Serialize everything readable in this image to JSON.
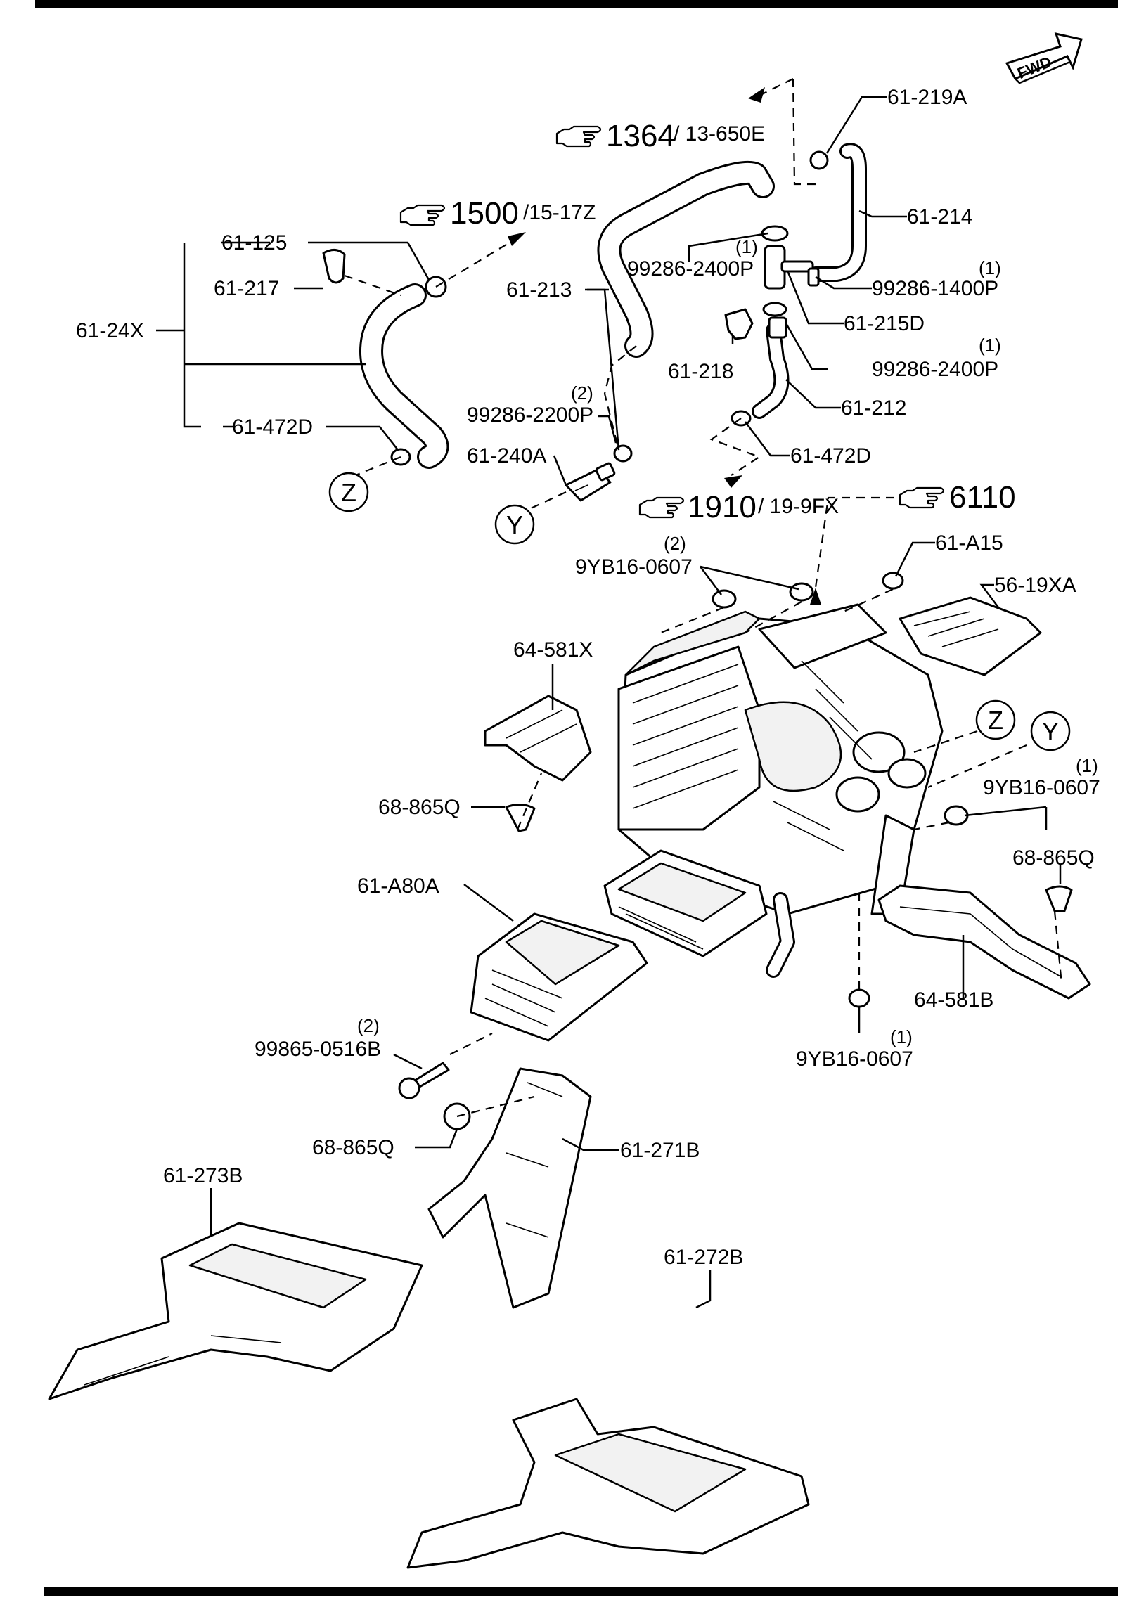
{
  "labels": {
    "fwd": "FWD",
    "p61_219A": "61-219A",
    "p61_214": "61-214",
    "p99286_1400P": "99286-1400P",
    "p61_215D": "61-215D",
    "p99286_2400P_a": "99286-2400P",
    "p99286_2400P_b": "99286-2400P",
    "p61_212": "61-212",
    "p61_472D_a": "61-472D",
    "p61_472D_b": "61-472D",
    "p61_218": "61-218",
    "p61_213": "61-213",
    "p61_125": "61-125",
    "p61_217": "61-217",
    "p61_24X": "61-24X",
    "p99286_2200P": "99286-2200P",
    "p61_240A": "61-240A",
    "p9YB16_0607_a": "9YB16-0607",
    "p9YB16_0607_b": "9YB16-0607",
    "p9YB16_0607_c": "9YB16-0607",
    "p61_A15": "61-A15",
    "p56_19XA": "56-19XA",
    "p64_581X": "64-581X",
    "p68_865Q_a": "68-865Q",
    "p68_865Q_b": "68-865Q",
    "p68_865Q_c": "68-865Q",
    "p61_A80A": "61-A80A",
    "p64_581B": "64-581B",
    "p99865_0516B": "99865-0516B",
    "p61_271B": "61-271B",
    "p61_273B": "61-273B",
    "p61_272B": "61-272B"
  },
  "quantities": {
    "q99286_1400P": "(1)",
    "q99286_2400P_a": "(1)",
    "q99286_2400P_b": "(1)",
    "q99286_2200P": "(2)",
    "q9YB16_0607_a": "(2)",
    "q9YB16_0607_b": "(1)",
    "q9YB16_0607_c": "(1)",
    "q99865_0516B": "(2)"
  },
  "references": {
    "r1364_num": "1364",
    "r1364_sub": "/ 13-650E",
    "r1500_num": "1500",
    "r1500_sub": "/15-17Z",
    "r1910_num": "1910",
    "r1910_sub": "/ 19-9FX",
    "r6110_num": "6110"
  },
  "connectors": {
    "z1": "Z",
    "y1": "Y",
    "z2": "Z",
    "y2": "Y"
  },
  "icons": {
    "reference": "pointing-hand-icon",
    "direction": "fwd-arrow-icon"
  }
}
